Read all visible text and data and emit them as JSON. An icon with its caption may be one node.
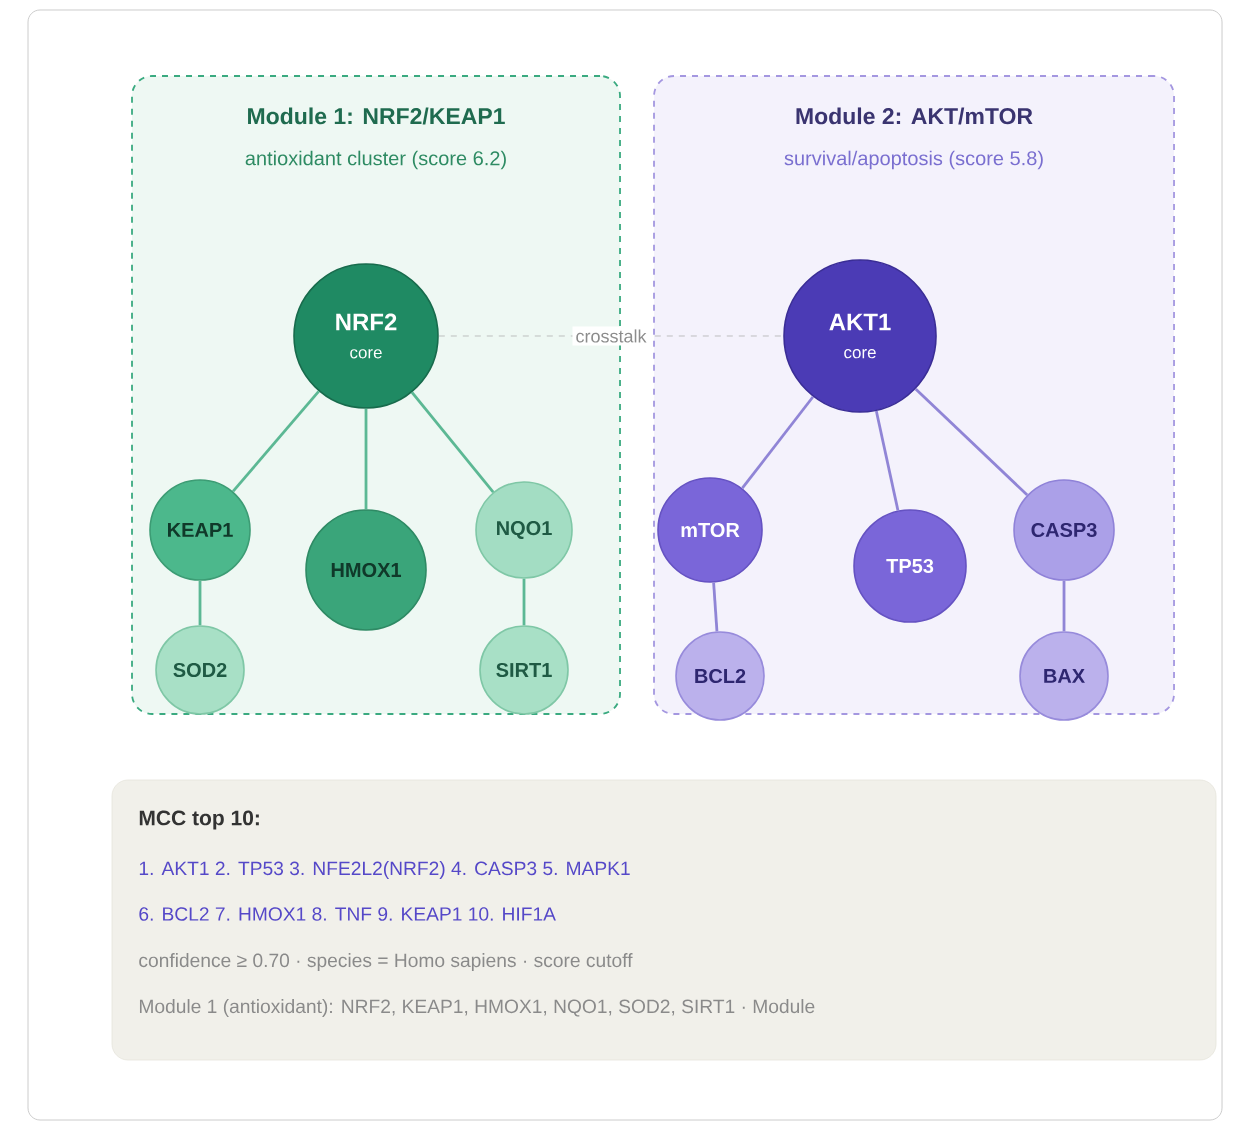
{
  "diagram": {
    "nodes": [
      {
        "text": [
          "Module 1: NRF2/KEAP1",
          "antioxidant cluster (score 6.2)"
        ]
      },
      {
        "text": [
          "NRF2",
          "core"
        ],
        "in": 0
      },
      {
        "text": [
          "KEAP1"
        ],
        "in": 0
      },
      {
        "text": [
          "HMOX1"
        ],
        "in": 0
      },
      {
        "text": [
          "NQO1"
        ],
        "in": 0
      },
      {
        "text": [
          "SOD2"
        ],
        "in": 0
      },
      {
        "text": [
          "SIRT1"
        ],
        "in": 0
      },
      {
        "text": [
          "Module 2: AKT/mTOR",
          "survival/apoptosis (score 5.8)"
        ]
      },
      {
        "text": [
          "AKT1",
          "core"
        ],
        "in": 7
      },
      {
        "text": [
          "mTOR"
        ],
        "in": 7
      },
      {
        "text": [
          "TP53"
        ],
        "in": 7
      },
      {
        "text": [
          "CASP3"
        ],
        "in": 7
      },
      {
        "text": [
          "BCL2"
        ],
        "in": 7
      },
      {
        "text": [
          "BAX"
        ],
        "in": 7
      },
      {
        "text": [
          "MCC top 10:",
          "1. AKT1 2. TP53 3. NFE2L2(NRF2) 4. CASP3 5. MAPK1",
          "6. BCL2 7. HMOX1 8. TNF 9. KEAP1 10. HIF1A",
          "confidence ≥ 0.70 · species = Homo sapiens · score cutoff",
          "Module 1 (antioxidant): NRF2, KEAP1, HMOX1, NQO1, SOD2, SIRT1 · Module"
        ]
      }
    ],
    "edges": [
      {
        "from": 1,
        "to": 2,
        "arrow": "none"
      },
      {
        "from": 1,
        "to": 3,
        "arrow": "none"
      },
      {
        "from": 1,
        "to": 4,
        "arrow": "none"
      },
      {
        "from": 2,
        "to": 5,
        "arrow": "none"
      },
      {
        "from": 4,
        "to": 6,
        "arrow": "none"
      },
      {
        "from": 8,
        "to": 9,
        "arrow": "none"
      },
      {
        "from": 8,
        "to": 10,
        "arrow": "none"
      },
      {
        "from": 8,
        "to": 11,
        "arrow": "none"
      },
      {
        "from": 9,
        "to": 12,
        "arrow": "none"
      },
      {
        "from": 11,
        "to": 13,
        "arrow": "none"
      },
      {
        "from": 1,
        "to": 8,
        "arrow": "none",
        "label": "crosstalk",
        "style": "dashed",
        "color": "#b0b0b0"
      }
    ]
  }
}
